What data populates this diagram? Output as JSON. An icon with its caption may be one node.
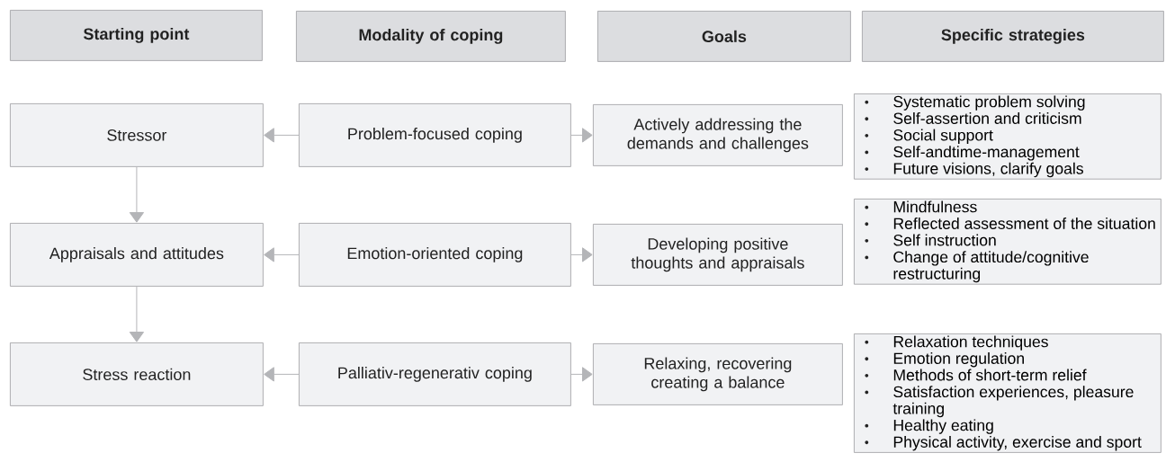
{
  "diagram": {
    "nodes": [
      {
        "text": [
          "Starting point"
        ]
      },
      {
        "text": [
          "Modality of coping"
        ]
      },
      {
        "text": [
          "Goals"
        ]
      },
      {
        "text": [
          "Specific strategies"
        ]
      },
      {
        "text": [
          "Stressor"
        ]
      },
      {
        "text": [
          "Problem-focused coping"
        ]
      },
      {
        "text": [
          "Actively addressing the demands and challenges"
        ]
      },
      {
        "text": [
          "Systematic problem solving",
          "Self-assertion and criticism",
          "Social support",
          "Self-andtime-management",
          "Future visions, clarify goals"
        ]
      },
      {
        "text": [
          "Appraisals and attitudes"
        ]
      },
      {
        "text": [
          "Emotion-oriented coping"
        ]
      },
      {
        "text": [
          "Developing positive thoughts and appraisals"
        ]
      },
      {
        "text": [
          "Mindfulness",
          "Reflected assessment of the situation",
          "Self instruction",
          "Change of attitude/cognitive restructuring"
        ]
      },
      {
        "text": [
          "Stress reaction"
        ]
      },
      {
        "text": [
          "Palliativ-regenerativ coping"
        ]
      },
      {
        "text": [
          "Relaxing, recovering creating a balance"
        ]
      },
      {
        "text": [
          "Relaxation techniques",
          "Emotion regulation",
          "Methods of short-term relief",
          "Satisfaction experiences, pleasure training",
          "Healthy eating",
          "Physical activity, exercise and sport"
        ]
      }
    ],
    "edges": [
      {
        "from": 5,
        "to": 4,
        "arrow": "to"
      },
      {
        "from": 5,
        "to": 6,
        "arrow": "to"
      },
      {
        "from": 4,
        "to": 8,
        "arrow": "to"
      },
      {
        "from": 9,
        "to": 8,
        "arrow": "to"
      },
      {
        "from": 9,
        "to": 10,
        "arrow": "to"
      },
      {
        "from": 8,
        "to": 12,
        "arrow": "to"
      },
      {
        "from": 13,
        "to": 12,
        "arrow": "to"
      },
      {
        "from": 13,
        "to": 14,
        "arrow": "to"
      }
    ]
  }
}
